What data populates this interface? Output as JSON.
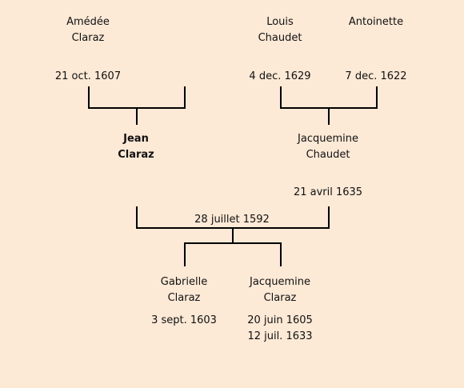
{
  "people": {
    "amedee_claraz": {
      "first": "Amédée",
      "last": "Claraz",
      "date": "21 oct. 1607"
    },
    "louis_chaudet": {
      "first": "Louis",
      "last": "Chaudet",
      "date": "4 dec. 1629"
    },
    "antoinette": {
      "first": "Antoinette",
      "date": "7 dec. 1622"
    },
    "jean_claraz": {
      "first": "Jean",
      "last": "Claraz"
    },
    "jacquemine_chaudet": {
      "first": "Jacquemine",
      "last": "Chaudet",
      "date": "21 avril 1635"
    },
    "gabrielle_claraz": {
      "first": "Gabrielle",
      "last": "Claraz",
      "date": "3 sept. 1603"
    },
    "jacquemine_claraz": {
      "first": "Jacquemine",
      "last": "Claraz",
      "date1": "20 juin 1605",
      "date2": "12 juil. 1633"
    }
  },
  "marriage": {
    "date": "28 juillet 1592"
  }
}
